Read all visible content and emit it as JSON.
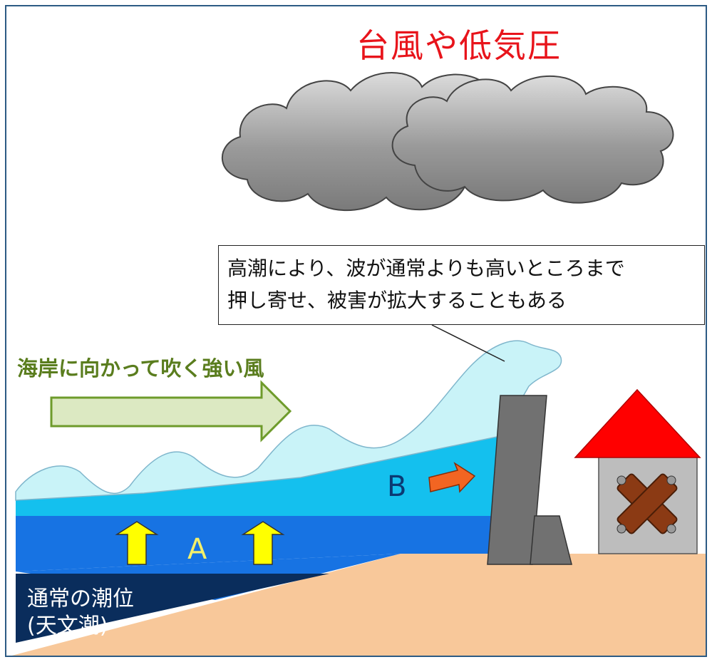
{
  "title": "台風や低気圧",
  "callout": {
    "line1": "高潮により、波が通常よりも高いところまで",
    "line2": "押し寄せ、被害が拡大することもある"
  },
  "wind_label": "海岸に向かって吹く強い風",
  "label_a": "A",
  "label_b": "B",
  "tide_label": {
    "line1": "通常の潮位",
    "line2": "(天文潮)"
  },
  "colors": {
    "title": "#e8141b",
    "cloud": "#8a8a8a",
    "wave_light": "#c9f3f8",
    "surge": "#14c0ee",
    "sea": "#1773e3",
    "normal_tide": "#0a2d5c",
    "ground": "#f8c89a",
    "wall": "#717171",
    "roof": "#ff0000",
    "house": "#bdbdbd",
    "cross": "#8b3a14",
    "wind_arrow_fill": "#dce9c2",
    "wind_arrow_stroke": "#6e9b2b",
    "yellow_arrow": "#ffff00",
    "orange_arrow": "#f26522"
  },
  "icons": [
    "cloud-icon",
    "wind-arrow-icon",
    "up-arrow-icon",
    "right-arrow-icon",
    "house-icon",
    "cross-icon"
  ]
}
